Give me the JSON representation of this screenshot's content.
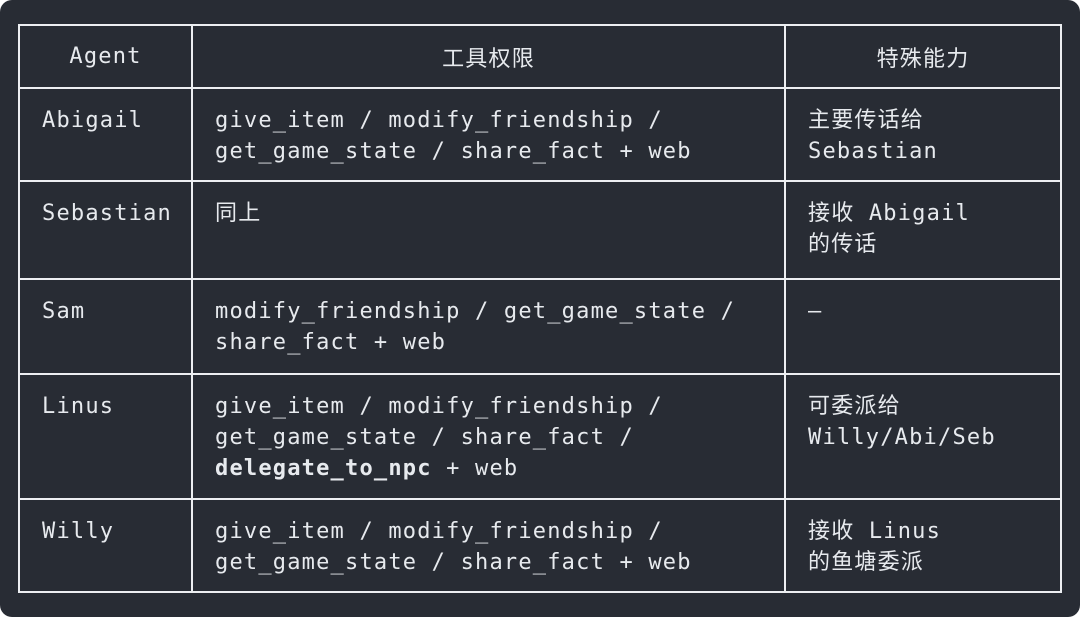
{
  "card": {
    "background_color": "#282c34",
    "border_color": "#edeff2",
    "text_color": "#e7eaee",
    "page_background": "#ffffff"
  },
  "chart_data": {
    "type": "table",
    "columns": [
      {
        "id": "agent",
        "label": "Agent"
      },
      {
        "id": "tools",
        "label": "工具权限"
      },
      {
        "id": "ability",
        "label": "特殊能力"
      }
    ],
    "rows": [
      {
        "agent": "Abigail",
        "tools": "give_item / modify_friendship /\nget_game_state / share_fact + web",
        "ability": "主要传话给\nSebastian",
        "bold_tokens": []
      },
      {
        "agent": "Sebastian",
        "tools": "同上",
        "ability": "接收 Abigail\n的传话",
        "bold_tokens": []
      },
      {
        "agent": "Sam",
        "tools": "modify_friendship / get_game_state /\nshare_fact + web",
        "ability": "–",
        "bold_tokens": []
      },
      {
        "agent": "Linus",
        "tools": "give_item / modify_friendship /\nget_game_state / share_fact /\ndelegate_to_npc + web",
        "ability": "可委派给\nWilly/Abi/Seb",
        "bold_tokens": [
          "delegate_to_npc"
        ]
      },
      {
        "agent": "Willy",
        "tools": "give_item / modify_friendship /\nget_game_state / share_fact + web",
        "ability": "接收 Linus\n的鱼塘委派",
        "bold_tokens": []
      }
    ]
  }
}
